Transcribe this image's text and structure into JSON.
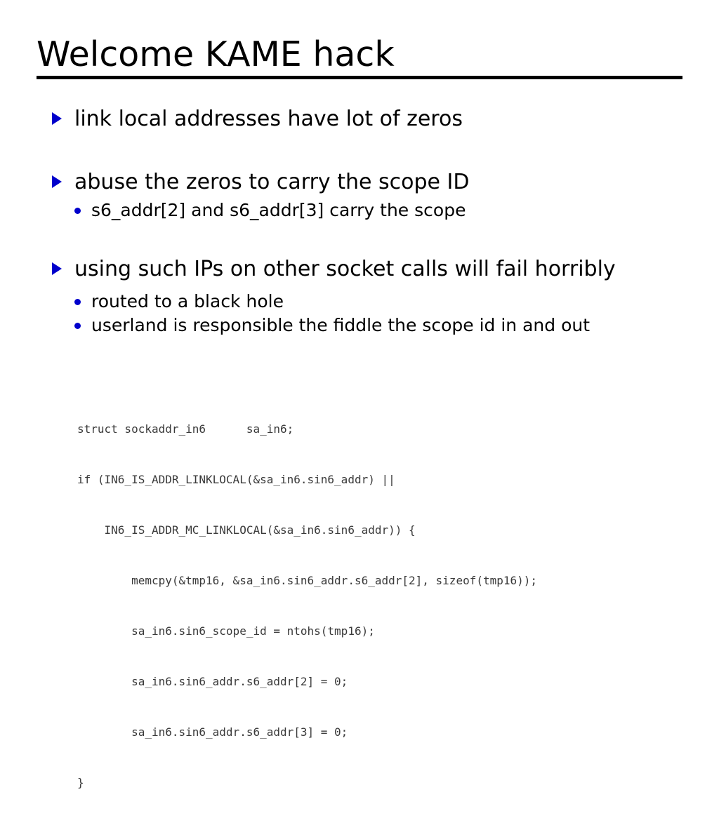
{
  "slide": {
    "title": "Welcome KAME hack",
    "markers": {
      "level1": "triangle-right-marker",
      "level2": "round-dot-marker"
    },
    "colors": {
      "marker": "#0000CC",
      "text": "#000000",
      "code_text": "#3a3a3a",
      "background": "#ffffff",
      "rule": "#000000"
    },
    "bullets": [
      {
        "level": 1,
        "text": "link local addresses have lot of zeros"
      },
      {
        "level": 1,
        "text": "abuse the zeros to carry the scope ID"
      },
      {
        "level": 2,
        "text": "s6_addr[2] and s6_addr[3] carry the scope"
      },
      {
        "level": 1,
        "text": "using such IPs on other socket calls will fail horribly"
      },
      {
        "level": 2,
        "text": "routed to a black hole"
      },
      {
        "level": 2,
        "text": "userland is responsible the fiddle the scope id in and out"
      }
    ],
    "code": {
      "lines": [
        "struct sockaddr_in6      sa_in6;",
        "if (IN6_IS_ADDR_LINKLOCAL(&sa_in6.sin6_addr) ||",
        "    IN6_IS_ADDR_MC_LINKLOCAL(&sa_in6.sin6_addr)) {",
        "        memcpy(&tmp16, &sa_in6.sin6_addr.s6_addr[2], sizeof(tmp16));",
        "        sa_in6.sin6_scope_id = ntohs(tmp16);",
        "        sa_in6.sin6_addr.s6_addr[2] = 0;",
        "        sa_in6.sin6_addr.s6_addr[3] = 0;",
        "}"
      ]
    }
  }
}
